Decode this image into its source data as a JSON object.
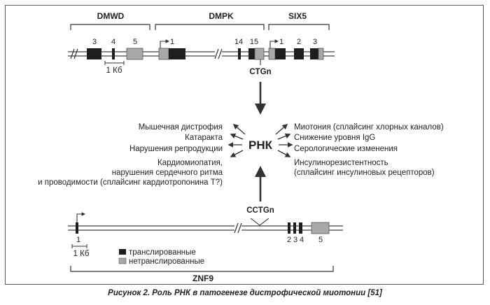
{
  "caption": "Рисунок 2. Роль РНК в патогенезе дистрофической миотонии [51]",
  "top_locus": {
    "genes": [
      "DMWD",
      "DMPK",
      "SIX5"
    ],
    "dmwd_exons": [
      "3",
      "4",
      "5"
    ],
    "dmpk_exons": [
      "1",
      "14",
      "15"
    ],
    "six5_exons": [
      "1",
      "2",
      "3"
    ],
    "scale": "1 Кб",
    "repeat": "CTGn"
  },
  "center": "РНК",
  "left_effects": [
    "Мышечная дистрофия",
    "Катаракта",
    "Нарушения репродукции",
    "Кардиомиопатия,",
    "нарушения сердечного ритма",
    "и проводимости (сплайсинг кардиотропонина Т?)"
  ],
  "right_effects": [
    "Миотония (сплайсинг хлорных каналов)",
    "Снижение уровня IgG",
    "Серологические изменения",
    "Инсулинорезистентность",
    "(сплайсинг инсулиновых рецепторов)"
  ],
  "bottom_locus": {
    "repeat": "CCTGn",
    "exons": [
      "1",
      "2",
      "3",
      "4",
      "5"
    ],
    "scale": "1 Кб",
    "gene": "ZNF9"
  },
  "legend": {
    "translated": "транслированные",
    "untranslated": "нетранслированные",
    "translated_color": "#1e1e1e",
    "untranslated_color": "#a8a8a8"
  }
}
